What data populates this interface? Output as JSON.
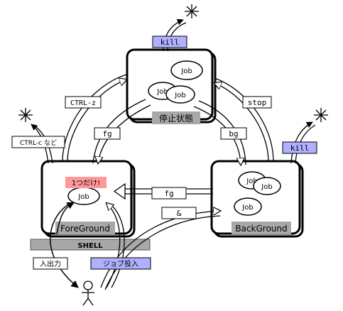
{
  "states": {
    "stopped": {
      "label": "停止状態",
      "jobs": [
        "Job",
        "Job",
        "Job"
      ]
    },
    "foreground": {
      "label": "ForeGround",
      "jobs": [
        "Job"
      ],
      "note": "1つだけ!"
    },
    "background": {
      "label": "BackGround",
      "jobs": [
        "Job",
        "Job",
        "Job"
      ]
    }
  },
  "shell": {
    "label": "SHELL"
  },
  "transitions": {
    "ctrl_z": "CTRL-z",
    "fg_from_stopped": "fg",
    "bg": "bg",
    "stop": "stop",
    "fg_from_background": "fg",
    "ampersand": "&",
    "ctrl_c": "CTRL-c など",
    "kill_stopped": "kill",
    "kill_background": "kill",
    "io": "入出力",
    "job_submit": "ジョブ投入"
  },
  "colors": {
    "state_label_bg": "#a8a8a8",
    "kill_bg": "#b0b0ff",
    "note_bg": "#ff9999",
    "job_submit_bg": "#b0b0ff",
    "shell_bg": "#a8a8a8",
    "line": "#000000"
  },
  "icons": [
    "burst-icon",
    "person-icon"
  ]
}
